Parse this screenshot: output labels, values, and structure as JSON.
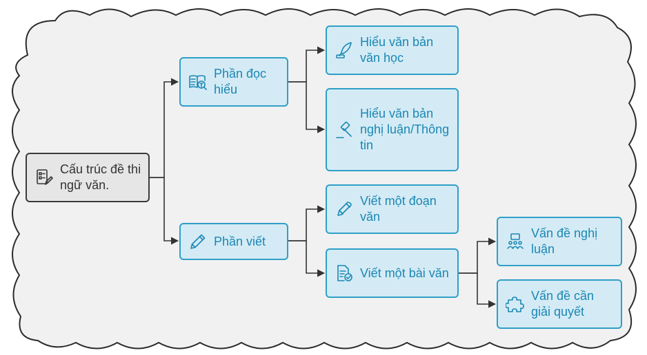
{
  "diagram": {
    "root": {
      "label": "Cấu trúc đề thi ngữ văn.",
      "icon": "checklist-edit-icon"
    },
    "branches": [
      {
        "label": "Phần đọc hiểu",
        "icon": "book-search-icon"
      },
      {
        "label": "Phần viết",
        "icon": "pencil-icon"
      }
    ],
    "leaves": [
      {
        "label": "Hiểu văn bản văn học",
        "icon": "quill-pen-icon"
      },
      {
        "label": "Hiểu văn bản nghị luận/Thông tin",
        "icon": "gavel-icon"
      },
      {
        "label": "Viết một đoạn văn",
        "icon": "pen-icon"
      },
      {
        "label": "Viết một bài văn",
        "icon": "document-check-icon"
      },
      {
        "label": "Vấn đề nghị luận",
        "icon": "debate-icon"
      },
      {
        "label": "Vấn đề cần giải quyết",
        "icon": "puzzle-icon"
      }
    ],
    "colors": {
      "accent": "#2f9fc7",
      "node_fill": "#d4ebf5",
      "root_fill": "#e6e6e6",
      "root_border": "#3a3a3a",
      "connector": "#333333"
    }
  }
}
